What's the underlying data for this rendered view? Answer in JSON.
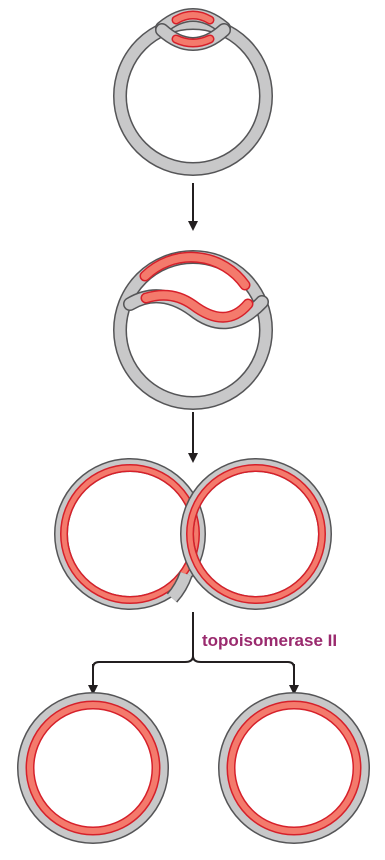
{
  "diagram": {
    "steps": [
      {
        "id": "replication-initiation",
        "description": ""
      },
      {
        "id": "replication-fork-progression",
        "description": ""
      },
      {
        "id": "catenated-daughter-circles",
        "description": ""
      },
      {
        "id": "separated-daughter-circles",
        "description": ""
      }
    ],
    "enzyme_label": "topoisomerase II"
  },
  "colors": {
    "parental_strand": "#c8c8c9",
    "parental_outline": "#555557",
    "new_strand": "#f47a6c",
    "new_outline": "#d6202a",
    "arrow": "#231f20",
    "label": "#9a2a6e"
  }
}
